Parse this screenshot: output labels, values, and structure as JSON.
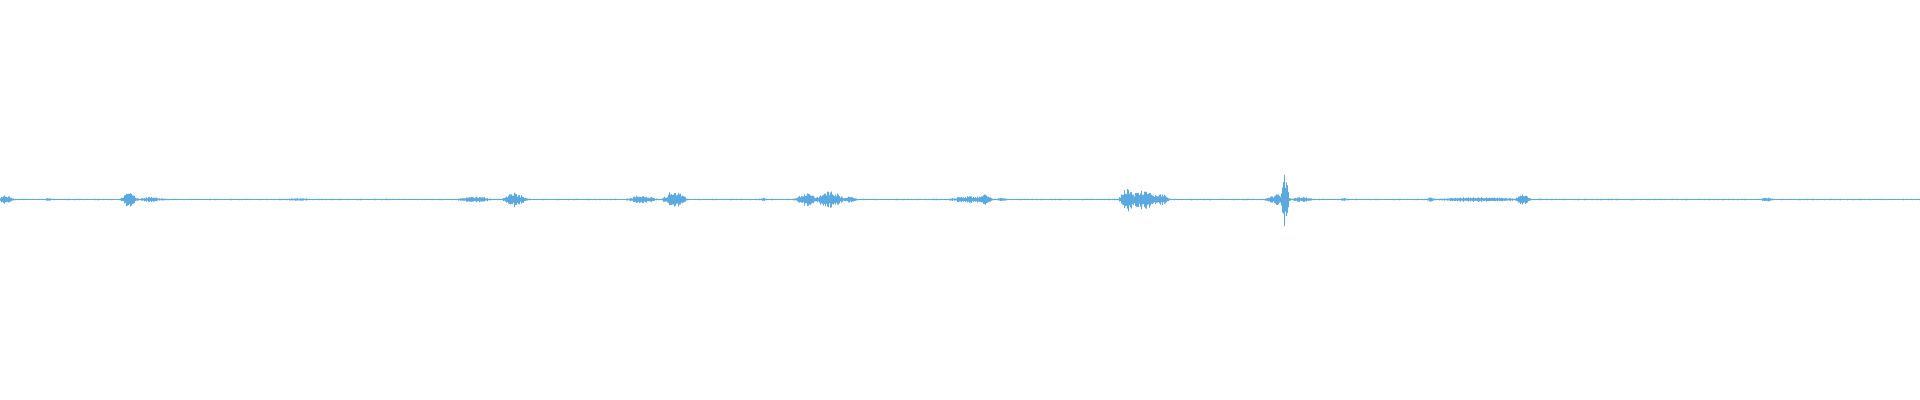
{
  "waveform": {
    "color": "#5aa9e0",
    "background": "#ffffff",
    "peak_amplitude": 0.15,
    "events": [
      {
        "t": 0.003,
        "amp": 0.025,
        "width": 0.004
      },
      {
        "t": 0.025,
        "amp": 0.01,
        "width": 0.002
      },
      {
        "t": 0.067,
        "amp": 0.045,
        "width": 0.004
      },
      {
        "t": 0.078,
        "amp": 0.015,
        "width": 0.008
      },
      {
        "t": 0.155,
        "amp": 0.008,
        "width": 0.01
      },
      {
        "t": 0.247,
        "amp": 0.018,
        "width": 0.01
      },
      {
        "t": 0.268,
        "amp": 0.04,
        "width": 0.006
      },
      {
        "t": 0.334,
        "amp": 0.025,
        "width": 0.008
      },
      {
        "t": 0.351,
        "amp": 0.05,
        "width": 0.006
      },
      {
        "t": 0.397,
        "amp": 0.01,
        "width": 0.003
      },
      {
        "t": 0.42,
        "amp": 0.04,
        "width": 0.006
      },
      {
        "t": 0.432,
        "amp": 0.05,
        "width": 0.008
      },
      {
        "t": 0.443,
        "amp": 0.02,
        "width": 0.004
      },
      {
        "t": 0.505,
        "amp": 0.02,
        "width": 0.012
      },
      {
        "t": 0.513,
        "amp": 0.035,
        "width": 0.004
      },
      {
        "t": 0.522,
        "amp": 0.01,
        "width": 0.004
      },
      {
        "t": 0.587,
        "amp": 0.07,
        "width": 0.004
      },
      {
        "t": 0.595,
        "amp": 0.05,
        "width": 0.01
      },
      {
        "t": 0.605,
        "amp": 0.03,
        "width": 0.004
      },
      {
        "t": 0.665,
        "amp": 0.03,
        "width": 0.006
      },
      {
        "t": 0.669,
        "amp": 0.15,
        "width": 0.002
      },
      {
        "t": 0.678,
        "amp": 0.015,
        "width": 0.006
      },
      {
        "t": 0.7,
        "amp": 0.01,
        "width": 0.003
      },
      {
        "t": 0.745,
        "amp": 0.02,
        "width": 0.002
      },
      {
        "t": 0.77,
        "amp": 0.015,
        "width": 0.025
      },
      {
        "t": 0.793,
        "amp": 0.03,
        "width": 0.004
      },
      {
        "t": 0.92,
        "amp": 0.012,
        "width": 0.004
      }
    ]
  }
}
